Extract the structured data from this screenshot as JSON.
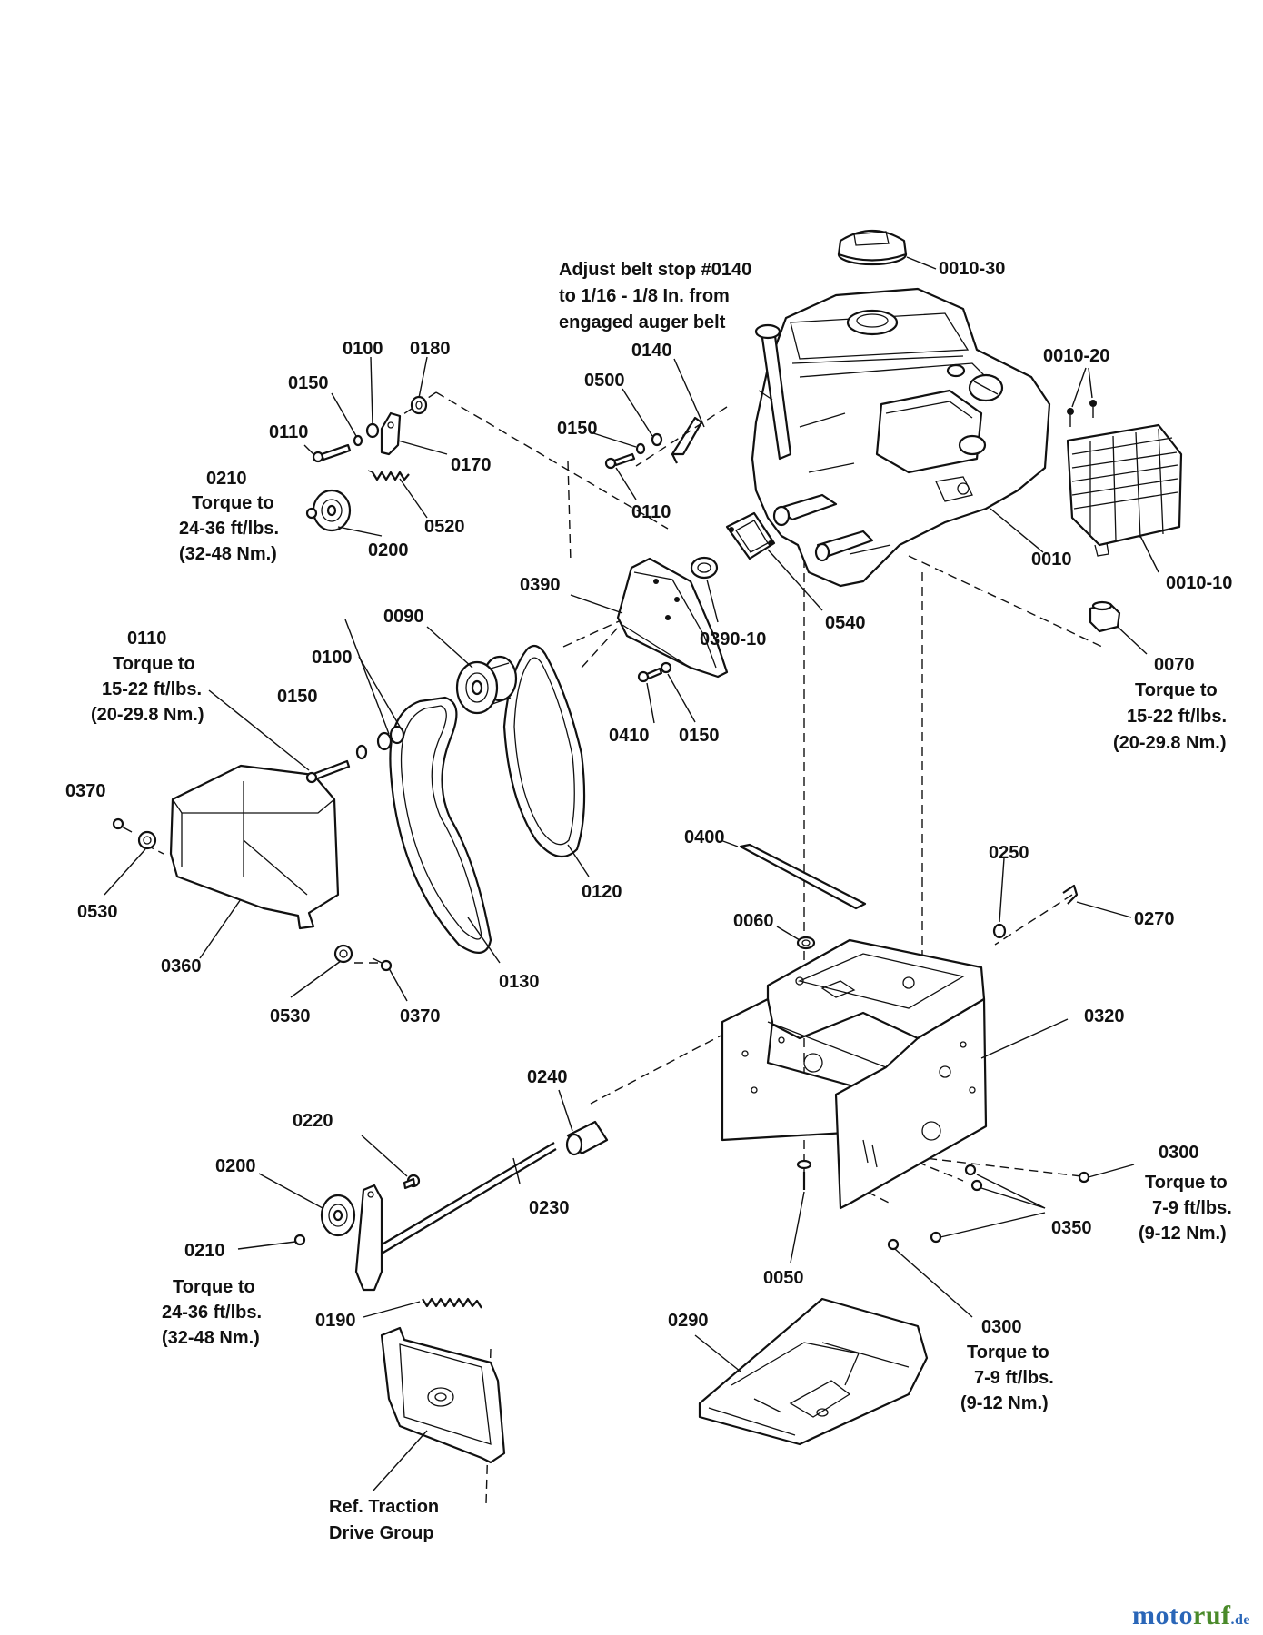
{
  "note_adjust_belt": [
    "Adjust belt stop #0140",
    "to 1/16 - 1/8 In. from",
    "engaged auger belt"
  ],
  "labels": {
    "p0010_30": "0010-30",
    "p0010_20": "0010-20",
    "p0010_10": "0010-10",
    "p0010": "0010",
    "p0070": "0070",
    "p0100_top": "0100",
    "p0180": "0180",
    "p0150_top": "0150",
    "p0110_top": "0110",
    "p0170": "0170",
    "p0520": "0520",
    "p0200_top": "0200",
    "p0210_top": "0210",
    "p0140": "0140",
    "p0500": "0500",
    "p0150_mid": "0150",
    "p0110_mid": "0110",
    "p0540": "0540",
    "p0390": "0390",
    "p0390_10": "0390-10",
    "p0410": "0410",
    "p0150_r": "0150",
    "p0090": "0090",
    "p0110_left": "0110",
    "p0100_left": "0100",
    "p0150_left": "0150",
    "p0120": "0120",
    "p0130": "0130",
    "p0370_top": "0370",
    "p0530_top": "0530",
    "p0360": "0360",
    "p0530_bot": "0530",
    "p0370_bot": "0370",
    "p0400": "0400",
    "p0250": "0250",
    "p0270": "0270",
    "p0060": "0060",
    "p0320": "0320",
    "p0240": "0240",
    "p0220": "0220",
    "p0200_bot": "0200",
    "p0230": "0230",
    "p0210_bot": "0210",
    "p0190": "0190",
    "p0300_r": "0300",
    "p0350": "0350",
    "p0050": "0050",
    "p0300_b": "0300",
    "p0290": "0290"
  },
  "torque": {
    "t0210_top": [
      "Torque to",
      "24-36 ft/lbs.",
      "(32-48 Nm.)"
    ],
    "t0110_left": [
      "Torque to",
      "15-22 ft/lbs.",
      "(20-29.8 Nm.)"
    ],
    "t0070": [
      "Torque to",
      "15-22 ft/lbs.",
      "(20-29.8 Nm.)"
    ],
    "t0210_bot": [
      "Torque to",
      "24-36 ft/lbs.",
      "(32-48 Nm.)"
    ],
    "t0300_r": [
      "Torque to",
      "7-9 ft/lbs.",
      "(9-12 Nm.)"
    ],
    "t0300_b": [
      "Torque to",
      "7-9 ft/lbs.",
      "(9-12 Nm.)"
    ]
  },
  "ref_traction": [
    "Ref. Traction",
    "Drive Group"
  ],
  "watermark": {
    "part1": "moto",
    "part2": "ruf",
    "tld": ".de"
  }
}
